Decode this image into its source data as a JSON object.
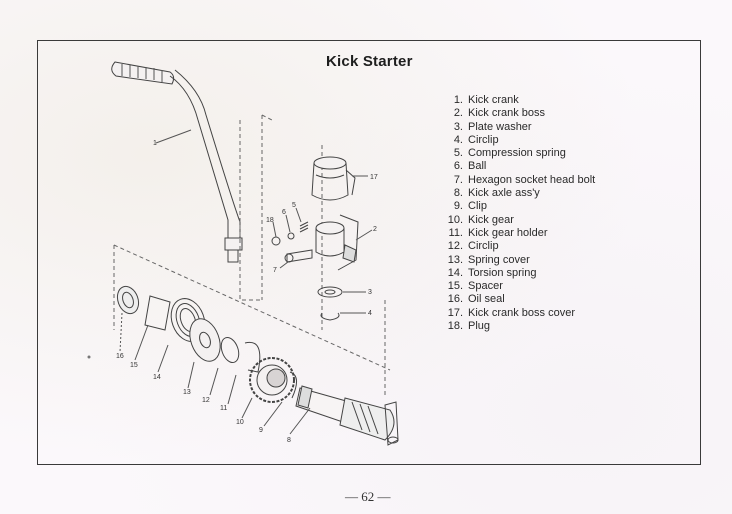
{
  "title": "Kick Starter",
  "parts": [
    {
      "num": "1.",
      "name": "Kick crank"
    },
    {
      "num": "2.",
      "name": "Kick crank boss"
    },
    {
      "num": "3.",
      "name": "Plate washer"
    },
    {
      "num": "4.",
      "name": "Circlip"
    },
    {
      "num": "5.",
      "name": "Compression spring"
    },
    {
      "num": "6.",
      "name": "Ball"
    },
    {
      "num": "7.",
      "name": "Hexagon socket head bolt"
    },
    {
      "num": "8.",
      "name": "Kick axle ass'y"
    },
    {
      "num": "9.",
      "name": "Clip"
    },
    {
      "num": "10.",
      "name": "Kick gear"
    },
    {
      "num": "11.",
      "name": "Kick gear holder"
    },
    {
      "num": "12.",
      "name": "Circlip"
    },
    {
      "num": "13.",
      "name": "Spring cover"
    },
    {
      "num": "14.",
      "name": "Torsion spring"
    },
    {
      "num": "15.",
      "name": "Spacer"
    },
    {
      "num": "16.",
      "name": "Oil seal"
    },
    {
      "num": "17.",
      "name": "Kick crank boss cover"
    },
    {
      "num": "18.",
      "name": "Plug"
    }
  ],
  "callouts": [
    "1",
    "2",
    "3",
    "4",
    "5",
    "6",
    "7",
    "8",
    "9",
    "10",
    "11",
    "12",
    "13",
    "14",
    "15",
    "16",
    "17",
    "18"
  ],
  "page_number": "— 62 —"
}
